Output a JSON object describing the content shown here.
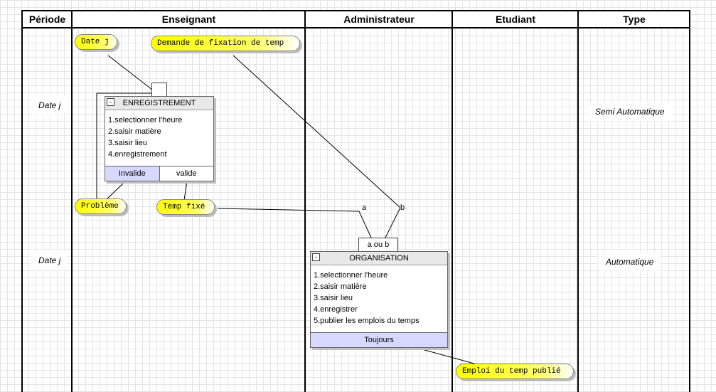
{
  "lanes": {
    "periode": "Période",
    "enseignant": "Enseignant",
    "administrateur": "Administrateur",
    "etudiant": "Etudiant",
    "type": "Type"
  },
  "periods": {
    "first": "Date j",
    "second": "Date j"
  },
  "types": {
    "first": "Semi Automatique",
    "second": "Automatique"
  },
  "events": {
    "date_j": "Date j",
    "demande": "Demande de fixation de temp",
    "probleme": "Problème",
    "temp_fixe": "Temp fixé",
    "emploi_publie": "Emploi du temp publié"
  },
  "sync": {
    "enregistrement": "",
    "organisation": "a ou b"
  },
  "connector_labels": {
    "a": "a",
    "b": "b"
  },
  "processes": {
    "enregistrement": {
      "title": "ENREGISTREMENT",
      "collapse": "-",
      "steps": [
        "1.selectionner l'heure",
        "2.saisir matière",
        "3.saisir lieu",
        "4.enregistrement"
      ],
      "outcomes": [
        "Invalide",
        "valide"
      ]
    },
    "organisation": {
      "title": "ORGANISATION",
      "collapse": "-",
      "steps": [
        "1.selectionner l'heure",
        "2.saisir matière",
        "3.saisir lieu",
        "4.enregistrer",
        "5.publier les emplois du temps"
      ],
      "outcomes": [
        "Toujours"
      ]
    }
  },
  "colors": {
    "event": "#ffff00",
    "outcome_highlight": "#d8d8ff",
    "grid": "#e4e4e4",
    "lane_border": "#000000"
  }
}
